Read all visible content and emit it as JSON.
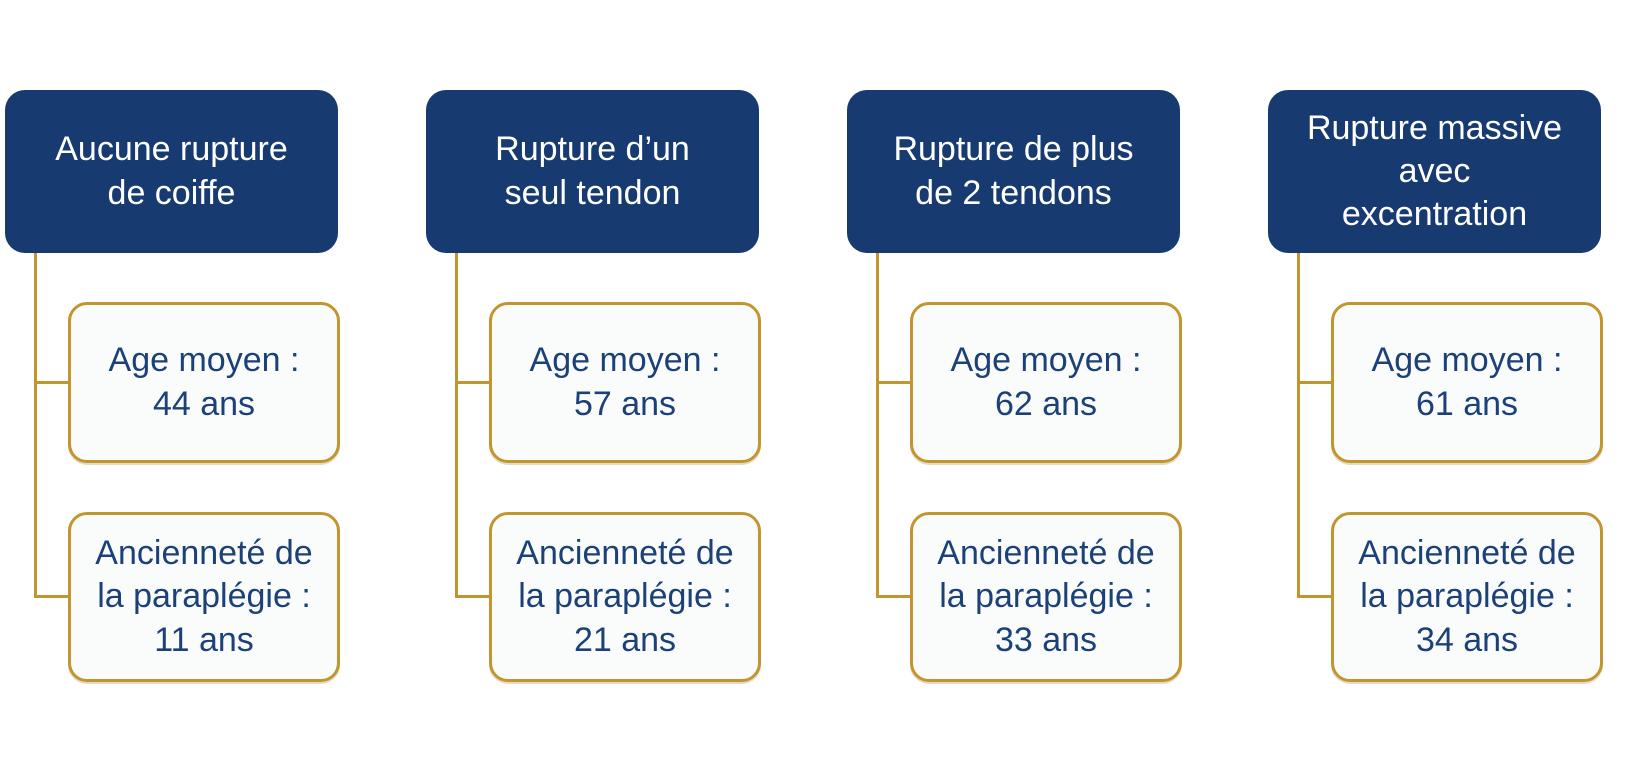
{
  "diagram": {
    "colors": {
      "header_bg": "#173A70",
      "header_text": "#FFFFFF",
      "child_bg": "#FAFBFB",
      "child_text": "#1C4178",
      "gold": "#C2952F"
    },
    "columns": [
      {
        "header": "Aucune rupture\nde coiffe",
        "children": [
          "Age moyen :\n44 ans",
          "Ancienneté de\nla paraplégie :\n11 ans"
        ]
      },
      {
        "header": "Rupture d’un\nseul tendon",
        "children": [
          "Age moyen :\n57 ans",
          "Ancienneté de\nla paraplégie :\n21 ans"
        ]
      },
      {
        "header": "Rupture de plus\nde 2 tendons",
        "children": [
          "Age moyen :\n62 ans",
          "Ancienneté de\nla paraplégie :\n33 ans"
        ]
      },
      {
        "header": "Rupture massive\navec\nexcentration",
        "children": [
          "Age moyen :\n61 ans",
          "Ancienneté de\nla paraplégie :\n34 ans"
        ]
      }
    ]
  }
}
